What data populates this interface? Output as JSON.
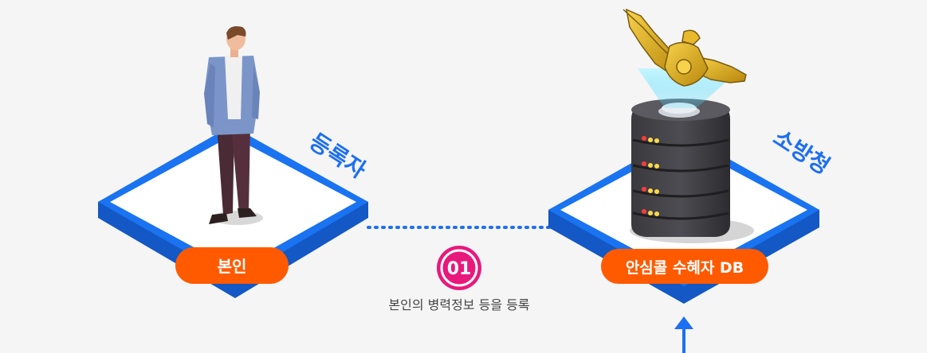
{
  "colors": {
    "background": "#f5f5f5",
    "platform_blue": "#1a73f0",
    "platform_blue_dark": "#1358c4",
    "platform_top": "#ffffff",
    "pill_orange": "#ff5a00",
    "step_magenta": "#e8197d",
    "label_blue": "#1d6ff2",
    "caption_text": "#444444",
    "connector": "#1d6ff2"
  },
  "left_node": {
    "side_label": "등록자",
    "pill_label": "본인",
    "figure_icon": "person-figure-icon"
  },
  "right_node": {
    "side_label": "소방청",
    "pill_label": "안심콜 수혜자 DB",
    "server_icon": "server-icon",
    "emblem_icon": "eagle-emblem-icon"
  },
  "step": {
    "number": "01",
    "caption": "본인의 병력정보 등을 등록"
  }
}
